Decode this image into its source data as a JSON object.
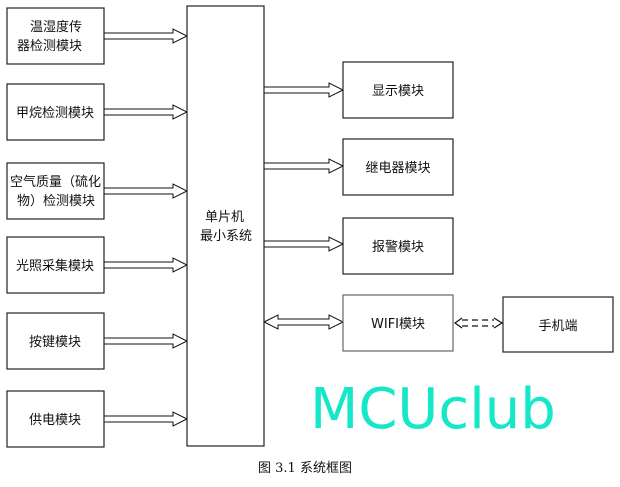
{
  "inputs": [
    {
      "line1": "温湿度传",
      "line2": "器检测模块"
    },
    {
      "line1": "甲烷检测模块",
      "line2": ""
    },
    {
      "line1": "空气质量（硫化",
      "line2": "物）检测模块"
    },
    {
      "line1": "光照采集模块",
      "line2": ""
    },
    {
      "line1": "按键模块",
      "line2": ""
    },
    {
      "line1": "供电模块",
      "line2": ""
    }
  ],
  "mcu": {
    "line1": "单片机",
    "line2": "最小系统"
  },
  "outputs": [
    {
      "label": "显示模块"
    },
    {
      "label": "继电器模块"
    },
    {
      "label": "报警模块"
    },
    {
      "label": "WIFI模块"
    }
  ],
  "phone": {
    "label": "手机端"
  },
  "caption": "图 3.1 系统框图",
  "watermark": "MCUclub",
  "colors": {
    "watermark": "#14e8c8"
  }
}
